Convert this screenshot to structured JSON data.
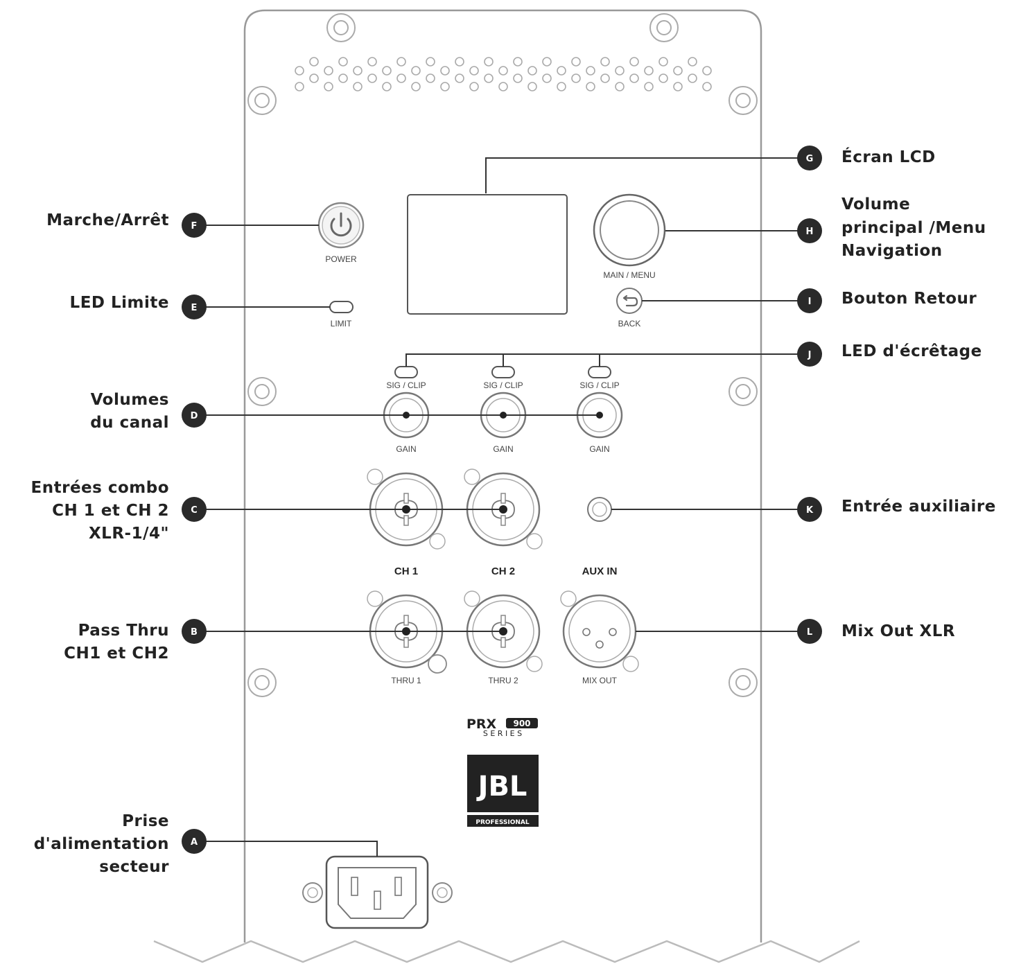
{
  "callouts": {
    "A": {
      "letter": "A",
      "lines": [
        "Prise",
        "d'alimentation",
        "secteur"
      ]
    },
    "B": {
      "letter": "B",
      "lines": [
        "Pass Thru",
        "CH1 et CH2"
      ]
    },
    "C": {
      "letter": "C",
      "lines": [
        "Entrées combo",
        "CH 1 et CH 2",
        "XLR-1/4\""
      ]
    },
    "D": {
      "letter": "D",
      "lines": [
        "Volumes",
        "du canal"
      ]
    },
    "E": {
      "letter": "E",
      "lines": [
        "LED Limite"
      ]
    },
    "F": {
      "letter": "F",
      "lines": [
        "Marche/Arrêt"
      ]
    },
    "G": {
      "letter": "G",
      "lines": [
        "Écran LCD"
      ]
    },
    "H": {
      "letter": "H",
      "lines": [
        "Volume",
        "principal /Menu",
        "Navigation"
      ]
    },
    "I": {
      "letter": "I",
      "lines": [
        "Bouton Retour"
      ]
    },
    "J": {
      "letter": "J",
      "lines": [
        "LED d'écrêtage"
      ]
    },
    "K": {
      "letter": "K",
      "lines": [
        "Entrée auxiliaire"
      ]
    },
    "L": {
      "letter": "L",
      "lines": [
        "Mix Out XLR"
      ]
    }
  },
  "panel": {
    "power": "POWER",
    "limit": "LIMIT",
    "main_menu": "MAIN / MENU",
    "back": "BACK",
    "sig_clip": "SIG / CLIP",
    "gain": "GAIN",
    "ch1": "CH 1",
    "ch2": "CH 2",
    "aux_in": "AUX IN",
    "thru1": "THRU 1",
    "thru2": "THRU 2",
    "mix_out": "MIX OUT"
  },
  "logos": {
    "prx_main": "PRX",
    "prx_num": "900",
    "prx_series": "S E R I E S",
    "jbl": "JBL",
    "jbl_professional": "PROFESSIONAL"
  },
  "colors": {
    "line": "#333333",
    "badge": "#2a2a2a",
    "panel_stroke": "#999999"
  }
}
